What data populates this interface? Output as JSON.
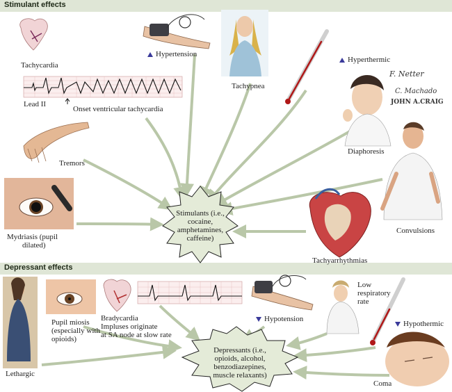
{
  "stimulant": {
    "header": "Stimulant effects",
    "center": [
      "Stimulants (i.e.,",
      "cocaine,",
      "amphetamines,",
      "caffeine)"
    ],
    "tachycardia": "Tachycardia",
    "lead": "Lead II",
    "onset": "Onset ventricular tachycardia",
    "hypertension": "Hypertension",
    "tachypnea": "Tachypnea",
    "hyperthermic": "Hyperthermic",
    "diaphoresis": "Diaphoresis",
    "tremors": "Tremors",
    "mydriasis": [
      "Mydriasis (pupil",
      "dilated)"
    ],
    "convulsions": "Convulsions",
    "tachyarrhythmias": "Tachyarrhythmias"
  },
  "depressant": {
    "header": "Depressant effects",
    "center": [
      "Depressants (i.e.,",
      "opioids, alcohol,",
      "benzodiazepines,",
      "muscle relaxants)"
    ],
    "lethargic": "Lethargic",
    "miosis": [
      "Pupil miosis",
      "(especially with",
      "opioids)"
    ],
    "bradycardia": [
      "Bradycardia",
      "Impluses originate",
      "at SA node at slow rate"
    ],
    "hypotension": "Hypotension",
    "respiratory": [
      "Low",
      "respiratory",
      "rate"
    ],
    "hypothermic": "Hypothermic",
    "coma": "Coma"
  },
  "signature": [
    "F. Netter",
    "C. Machado",
    "JOHN A.CRAIG"
  ],
  "colors": {
    "band": "#dfe6d6",
    "arrow": "#b9c7a8",
    "burst": "#e4ebd8",
    "accent_arrow": "#3a3a9a"
  }
}
